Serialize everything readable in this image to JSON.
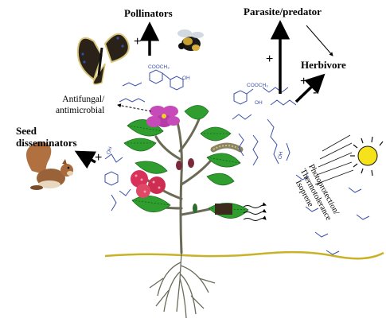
{
  "labels": {
    "pollinators": "Pollinators",
    "parasite_predator": "Parasite/predator",
    "herbivore": "Herbivore",
    "antifungal": [
      "Antifungal/",
      "antimicrobial"
    ],
    "seed_disseminators": [
      "Seed",
      "disseminators"
    ],
    "photoprotection": [
      "Photoprotection/",
      "Thermotolerance",
      "Isoprene"
    ]
  },
  "signs": {
    "pollinators": "+",
    "parasite": "+",
    "herbivore_plus": "+",
    "herbivore_minus": "-",
    "seed": "+"
  },
  "chem_labels": {
    "cooch3_left": "COOCH₃",
    "oh_left": "OH",
    "cooch3_right": "COOCH₃",
    "oh_right": "OH",
    "oh_mid": "OH",
    "oh_seed": "OH"
  },
  "colors": {
    "arrow": "#000000",
    "chemistry": "#3b4fa8",
    "leaf": "#2f9e2f",
    "stem": "#6b6b55",
    "ground": "#c8b227",
    "sun": "#f5e21a",
    "flower": "#c64bb8",
    "fruit": "#d8325a"
  },
  "icons": [
    "butterfly-icon",
    "bee-icon",
    "squirrel-icon",
    "sun-icon",
    "caterpillar-icon",
    "flower-icon",
    "raspberry-icon",
    "leaf-icon",
    "root-icon"
  ]
}
